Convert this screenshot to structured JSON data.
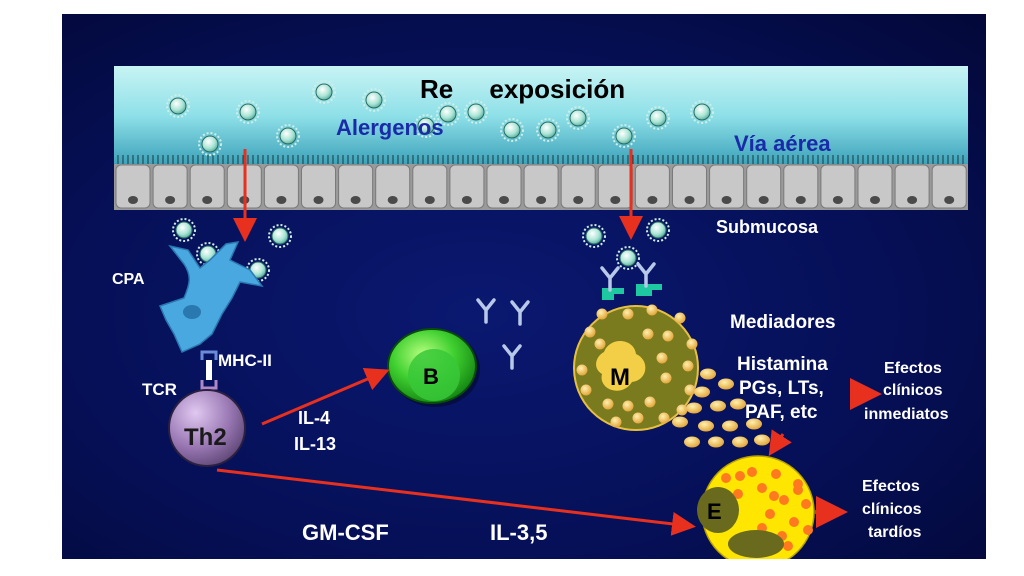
{
  "title": "Re     exposición",
  "labels": {
    "alergenos": "Alergenos",
    "via_aerea": "Vía aérea",
    "submucosa": "Submucosa",
    "cpa": "CPA",
    "mhc": "MHC-II",
    "tcr": "TCR",
    "th2": "Th2",
    "b_cell": "B",
    "mast": "M",
    "eos": "E",
    "mediadores": "Mediadores",
    "il4": "IL-4",
    "il13": "IL-13",
    "gmcsf": "GM-CSF",
    "il35": "IL-3,5",
    "histamina": "Histamina",
    "pgs": "PGs, LTs,",
    "paf": "PAF, etc",
    "efectos_inm_1": "Efectos",
    "efectos_inm_2": "clínicos",
    "efectos_inm_3": "inmediatos",
    "efectos_tar_1": "Efectos",
    "efectos_tar_2": "clínicos",
    "efectos_tar_3": "tardíos"
  },
  "colors": {
    "background": "#061058",
    "airway": "#9ee8ee",
    "epithelium": "#b8b8b8",
    "arrow": "#e8301e",
    "allergen": "#9ad8cc",
    "th2_cell": "#9a78b4",
    "b_cell": "#38c838",
    "mast_cell": "#7a7a1e",
    "granule": "#f0c050",
    "eos_cell": "#ffe600",
    "eos_granule": "#ff7a1e",
    "cpa_cell": "#4aa8e0",
    "receptor": "#1ec8a0"
  }
}
